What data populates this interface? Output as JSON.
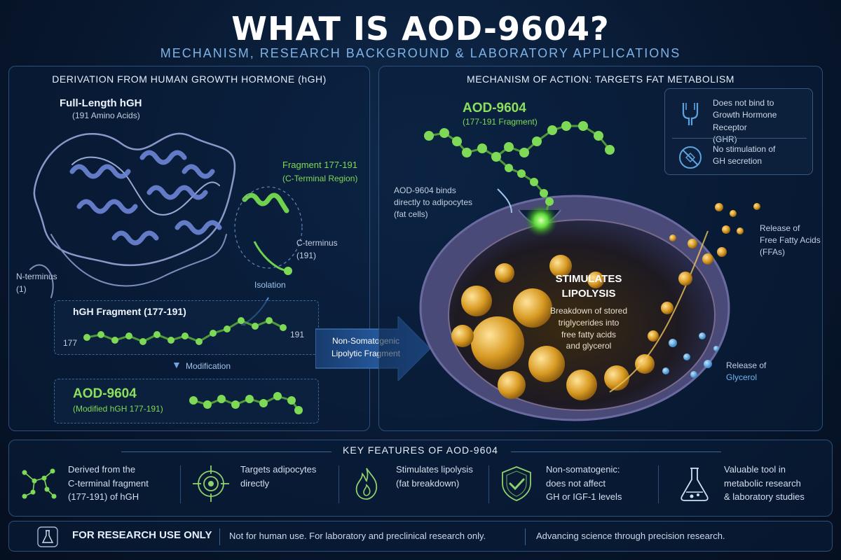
{
  "title": "WHAT IS AOD-9604?",
  "subtitle": "MECHANISM, RESEARCH BACKGROUND & LABORATORY APPLICATIONS",
  "left_panel": {
    "heading": "DERIVATION FROM HUMAN GROWTH HORMONE (hGH)",
    "full_hgh": "Full-Length hGH",
    "full_hgh_sub": "(191 Amino Acids)",
    "fragment_label": "Fragment 177-191",
    "fragment_sub": "(C-Terminal Region)",
    "c_terminus": "C-terminus",
    "c_terminus_num": "(191)",
    "n_terminus": "N-terminus",
    "n_terminus_num": "(1)",
    "isolation": "Isolation",
    "hgh_fragment_title": "hGH Fragment (177-191)",
    "start_num": "177",
    "end_num": "191",
    "modification": "Modification",
    "aod_title": "AOD-9604",
    "aod_sub": "(Modified hGH 177-191)"
  },
  "arrow": {
    "line1": "Non-Somatogenic",
    "line2": "Lipolytic Fragment"
  },
  "right_panel": {
    "heading": "MECHANISM OF ACTION: TARGETS FAT METABOLISM",
    "aod_title": "AOD-9604",
    "aod_sub": "(177-191 Fragment)",
    "binds_l1": "AOD-9604 binds",
    "binds_l2": "directly to adipocytes",
    "binds_l3": "(fat cells)",
    "ghr_1_l1": "Does not bind to",
    "ghr_1_l2": "Growth Hormone Receptor",
    "ghr_1_l3": "(GHR)",
    "ghr_2_l1": "No stimulation of",
    "ghr_2_l2": "GH secretion",
    "lipo_l1": "STIMULATES",
    "lipo_l2": "LIPOLYSIS",
    "lipo_d1": "Breakdown of stored",
    "lipo_d2": "triglycerides into",
    "lipo_d3": "free fatty acids",
    "lipo_d4": "and glycerol",
    "ffa_l1": "Release of",
    "ffa_l2": "Free Fatty Acids",
    "ffa_l3": "(FFAs)",
    "gly_l1": "Release of",
    "gly_l2": "Glycerol"
  },
  "features": {
    "heading": "KEY FEATURES OF AOD-9604",
    "items": [
      {
        "icon": "molecule-icon",
        "l1": "Derived from the",
        "l2": "C-terminal fragment",
        "l3": "(177-191) of hGH"
      },
      {
        "icon": "target-icon",
        "l1": "Targets adipocytes",
        "l2": "directly",
        "l3": ""
      },
      {
        "icon": "flame-icon",
        "l1": "Stimulates lipolysis",
        "l2": "(fat breakdown)",
        "l3": ""
      },
      {
        "icon": "shield-check-icon",
        "l1": "Non-somatogenic:",
        "l2": "does not affect",
        "l3": "GH or IGF-1 levels"
      },
      {
        "icon": "flask-icon",
        "l1": "Valuable tool in",
        "l2": "metabolic research",
        "l3": "& laboratory studies"
      }
    ]
  },
  "footer": {
    "label": "FOR RESEARCH USE ONLY",
    "note": "Not for human use. For laboratory and preclinical research only.",
    "tagline": "Advancing science through precision research."
  },
  "colors": {
    "background": "#08182f",
    "accent_blue": "#7fb2e6",
    "accent_green": "#7ed957",
    "gold": "#e8b53a",
    "glycerol_blue": "#4aa3e6"
  }
}
